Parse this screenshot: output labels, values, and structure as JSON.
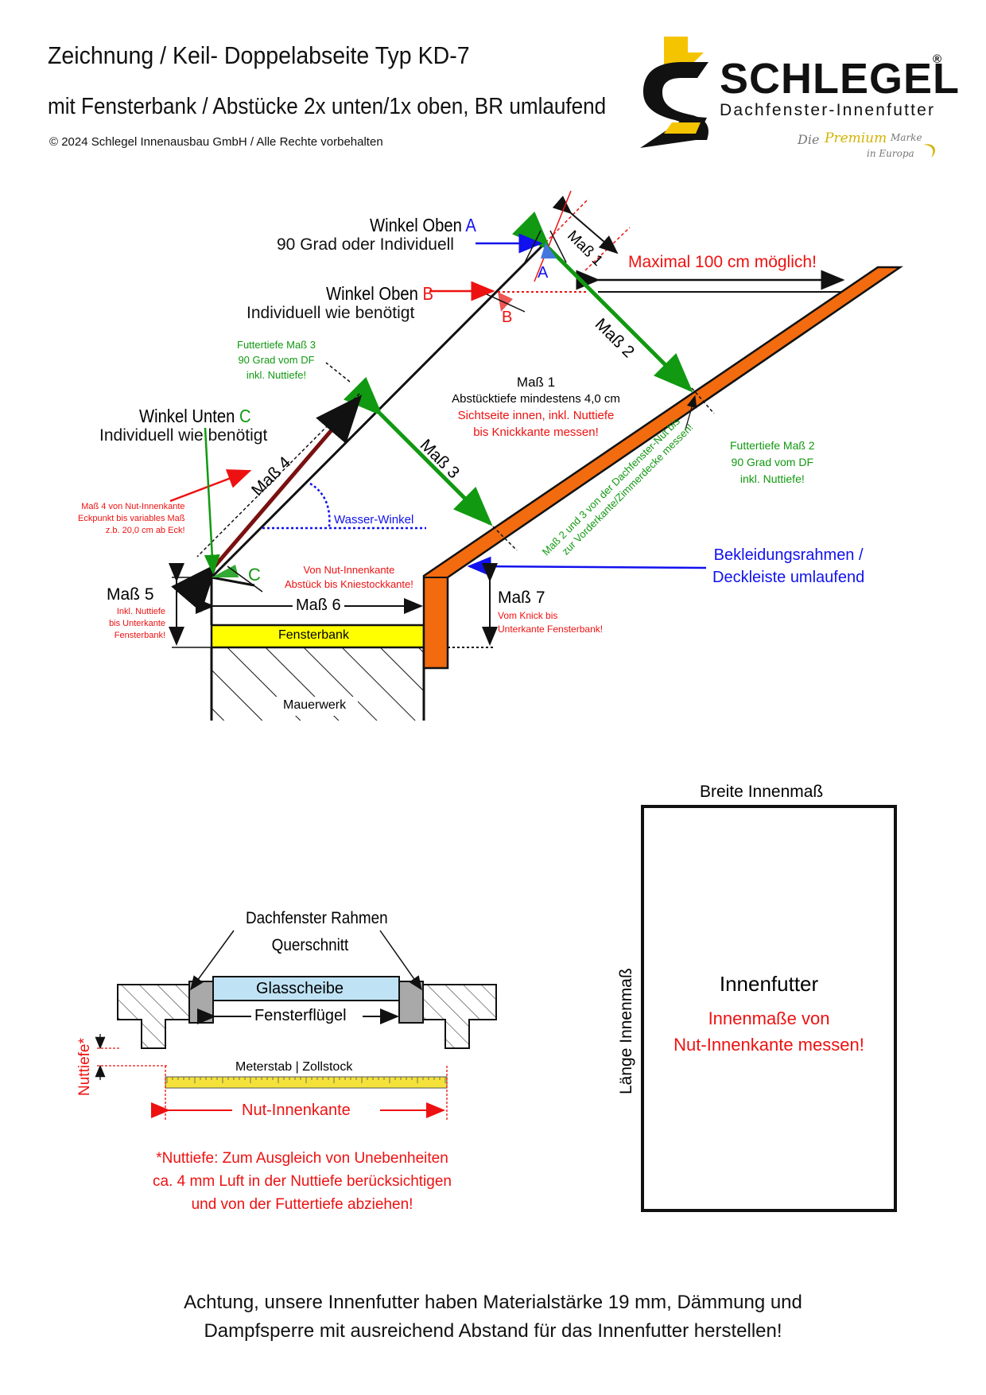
{
  "header": {
    "title_line1": "Zeichnung / Keil- Doppelabseite Typ KD-7",
    "title_line2": "mit Fensterbank / Abstücke 2x unten/1x oben, BR umlaufend",
    "copyright": "© 2024 Schlegel Innenausbau GmbH / Alle Rechte vorbehalten"
  },
  "logo": {
    "brand": "SCHLEGEL",
    "registered": "®",
    "tagline": "Dachfenster-Innenfutter",
    "slogan_1": "Die",
    "slogan_2": "Premium",
    "slogan_3": "Marke",
    "slogan_4": "in Europa"
  },
  "section_diagram": {
    "winkel_oben_a_1": "Winkel Oben",
    "winkel_oben_a_letter": "A",
    "winkel_oben_a_2": "90 Grad oder Individuell",
    "winkel_oben_b_1": "Winkel Oben",
    "winkel_oben_b_letter": "B",
    "winkel_oben_b_2": "Individuell wie benötigt",
    "winkel_unten_c_1": "Winkel Unten",
    "winkel_unten_c_letter": "C",
    "winkel_unten_c_2": "Individuell wie benötigt",
    "mark_a": "A",
    "mark_b": "B",
    "mark_c": "C",
    "mass1": "Maß 1",
    "mass2": "Maß 2",
    "mass3": "Maß 3",
    "mass4": "Maß 4",
    "mass5": "Maß 5",
    "mass6": "Maß 6",
    "mass7": "Maß 7",
    "maximal": "Maximal 100 cm möglich!",
    "futtertiefe3_1": "Futtertiefe Maß 3",
    "futtertiefe3_2": "90 Grad vom DF",
    "futtertiefe3_3": "inkl. Nuttiefe!",
    "futtertiefe2_1": "Futtertiefe Maß 2",
    "futtertiefe2_2": "90 Grad vom DF",
    "futtertiefe2_3": "inkl. Nuttiefe!",
    "mass1_note_1": "Maß 1",
    "mass1_note_2": "Abstücktiefe mindestens 4,0 cm",
    "mass1_note_3": "Sichtseite innen, inkl. Nuttiefe",
    "mass1_note_4": "bis Knickkante messen!",
    "nut_note_1": "Maß 2 und 3 von der Dachfenster-Nut bis",
    "nut_note_2": "zur Vorderkante/Zimmerdecke messen!",
    "mass4_note_1": "Maß 4 von Nut-Innenkante",
    "mass4_note_2": "Eckpunkt bis variables Maß",
    "mass4_note_3": "z.b. 20,0 cm ab Eck!",
    "wasser_winkel": "Wasser-Winkel",
    "nut_innenkante_note_1": "Von Nut-Innenkante",
    "nut_innenkante_note_2": "Abstück bis Kniestockkante!",
    "bekleidung_1": "Bekleidungsrahmen /",
    "bekleidung_2": "Deckleiste umlaufend",
    "mass5_note_1": "Inkl. Nuttiefe",
    "mass5_note_2": "bis Unterkante",
    "mass5_note_3": "Fensterbank!",
    "mass7_note_1": "Vom Knick bis",
    "mass7_note_2": "Unterkante Fensterbank!",
    "fensterbank": "Fensterbank",
    "mauerwerk": "Mauerwerk"
  },
  "section_cross": {
    "title_1": "Dachfenster Rahmen",
    "title_2": "Querschnitt",
    "glasscheibe": "Glasscheibe",
    "fensterfluegel": "Fensterflügel",
    "nuttiefe": "Nuttiefe*",
    "meterstab": "Meterstab | Zollstock",
    "nut_innenkante": "Nut-Innenkante",
    "footnote_1": "*Nuttiefe: Zum Ausgleich von Unebenheiten",
    "footnote_2": "ca. 4 mm Luft in der Nuttiefe berücksichtigen",
    "footnote_3": "und von der Futtertiefe abziehen!"
  },
  "section_box": {
    "breite": "Breite Innenmaß",
    "laenge": "Länge Innenmaß",
    "title": "Innenfutter",
    "note_1": "Innenmaße von",
    "note_2": "Nut-Innenkante messen!"
  },
  "footer": {
    "line1": "Achtung, unsere Innenfutter haben Materialstärke 19 mm, Dämmung und",
    "line2": "Dampfsperre mit ausreichend Abstand für das Innenfutter herstellen!"
  },
  "colors": {
    "orange": "#F26B0F",
    "yellow": "#FFFF00",
    "green": "#119911",
    "darkred": "#7A1010",
    "red": "#EE1111",
    "blue": "#1111EE",
    "glass": "#BFE3F5",
    "frame_gray": "#A9A9A9",
    "logo_yellow": "#F5C400"
  }
}
